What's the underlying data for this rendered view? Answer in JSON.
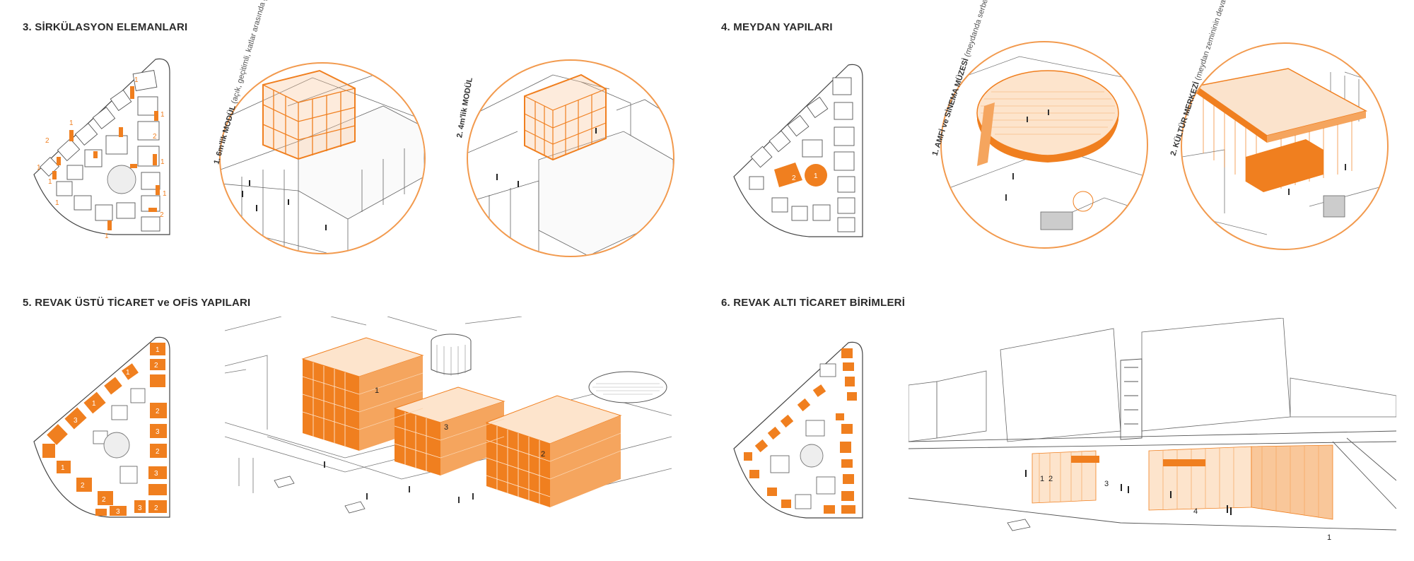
{
  "sections": {
    "s3": {
      "title": "3. SİRKÜLASYON ELEMANLARI"
    },
    "s4": {
      "title": "4. MEYDAN YAPILARI"
    },
    "s5": {
      "title": "5. REVAK ÜSTÜ TİCARET ve OFİS YAPILARI"
    },
    "s6": {
      "title": "6. REVAK ALTI TİCARET BİRİMLERİ"
    }
  },
  "labels": {
    "mod1_title": "1. 6m'lik MODÜL",
    "mod1_note": "(açık, geçitimli, katlar arasında galeriler yapan hafif modüller)",
    "mod2_title": "2. 4m'lik MODÜL",
    "amfi_title": "1. AMFİ ve SİNEMA MÜZESİ",
    "amfi_note": "(meydanda serbest şekilde duran, altı müze üstü amfi yapı)",
    "kultur_title": "2. KÜLTÜR MERKEZİ",
    "kultur_note": "(meydan zemininin devamı olan, bir saçaklı üstü örtülen yapı)"
  },
  "numbers": {
    "one": "1",
    "two": "2",
    "three": "3",
    "four": "4"
  },
  "colors": {
    "accent": "#f07f1f",
    "accent_light": "#f9c79a",
    "accent_fill": "#f5a55e",
    "line": "#555555",
    "light_line": "#aaaaaa"
  }
}
